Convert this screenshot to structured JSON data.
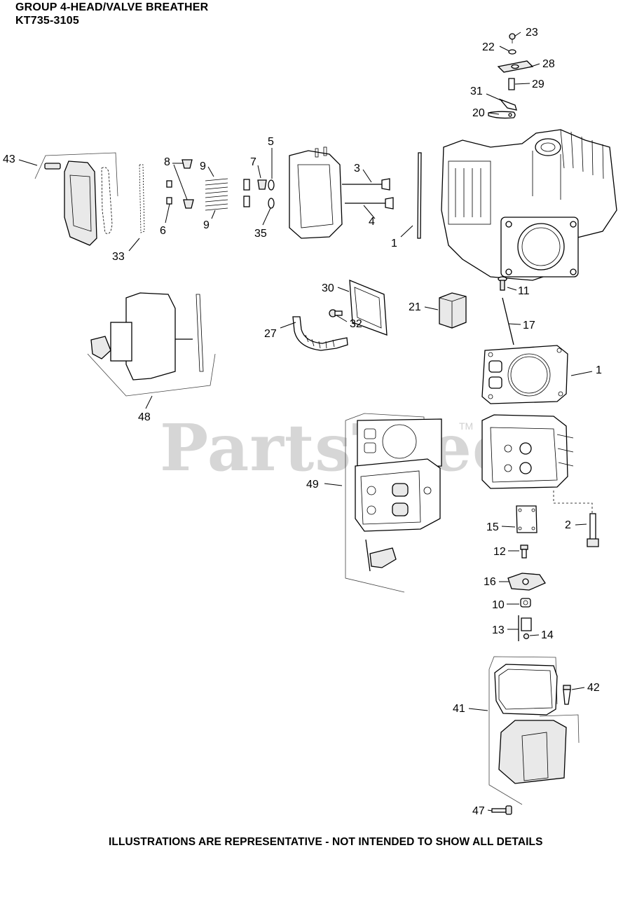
{
  "header": {
    "title": "GROUP 4-HEAD/VALVE BREATHER",
    "model": "KT735-3105"
  },
  "footer": "ILLUSTRATIONS ARE REPRESENTATIVE - NOT INTENDED TO SHOW ALL DETAILS",
  "watermark": {
    "text": "PartsTree",
    "tm": "TM"
  },
  "callouts": [
    {
      "id": "c23",
      "label": "23"
    },
    {
      "id": "c22",
      "label": "22"
    },
    {
      "id": "c28",
      "label": "28"
    },
    {
      "id": "c29",
      "label": "29"
    },
    {
      "id": "c31",
      "label": "31"
    },
    {
      "id": "c20",
      "label": "20"
    },
    {
      "id": "c43",
      "label": "43"
    },
    {
      "id": "c8",
      "label": "8"
    },
    {
      "id": "c9a",
      "label": "9"
    },
    {
      "id": "c9b",
      "label": "9"
    },
    {
      "id": "c7",
      "label": "7"
    },
    {
      "id": "c5",
      "label": "5"
    },
    {
      "id": "c3",
      "label": "3"
    },
    {
      "id": "c4",
      "label": "4"
    },
    {
      "id": "c6",
      "label": "6"
    },
    {
      "id": "c33",
      "label": "33"
    },
    {
      "id": "c35",
      "label": "35"
    },
    {
      "id": "c1a",
      "label": "1"
    },
    {
      "id": "c30",
      "label": "30"
    },
    {
      "id": "c11",
      "label": "11"
    },
    {
      "id": "c21",
      "label": "21"
    },
    {
      "id": "c32",
      "label": "32"
    },
    {
      "id": "c27",
      "label": "27"
    },
    {
      "id": "c17",
      "label": "17"
    },
    {
      "id": "c1b",
      "label": "1"
    },
    {
      "id": "c48",
      "label": "48"
    },
    {
      "id": "c49",
      "label": "49"
    },
    {
      "id": "c15",
      "label": "15"
    },
    {
      "id": "c2",
      "label": "2"
    },
    {
      "id": "c12",
      "label": "12"
    },
    {
      "id": "c16",
      "label": "16"
    },
    {
      "id": "c10",
      "label": "10"
    },
    {
      "id": "c13",
      "label": "13"
    },
    {
      "id": "c14",
      "label": "14"
    },
    {
      "id": "c42",
      "label": "42"
    },
    {
      "id": "c41",
      "label": "41"
    },
    {
      "id": "c47",
      "label": "47"
    }
  ]
}
